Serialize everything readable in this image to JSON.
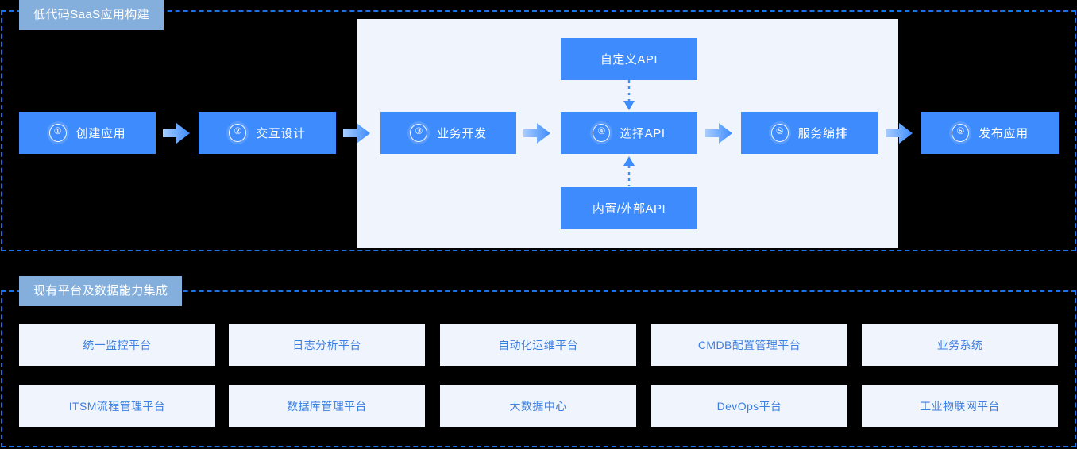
{
  "colors": {
    "canvas_background": "#000000",
    "dashed_border": "#1a73e8",
    "section_chip": "#84aedb",
    "step_box": "#3d8bfd",
    "inner_panel": "#f0f5fd",
    "card_background": "#f0f5fd",
    "card_text": "#3d7fe0",
    "arrow_light": "#9dc6fe",
    "arrow_dark": "#3d8bfd"
  },
  "sections": {
    "build": {
      "title": "低代码SaaS应用构建",
      "steps": [
        {
          "num": "①",
          "label": "创建应用"
        },
        {
          "num": "②",
          "label": "交互设计"
        },
        {
          "num": "③",
          "label": "业务开发"
        },
        {
          "num": "④",
          "label": "选择API"
        },
        {
          "num": "⑤",
          "label": "服务编排"
        },
        {
          "num": "⑥",
          "label": "发布应用"
        }
      ],
      "api_boxes": [
        {
          "label": "自定义API",
          "icon": "arrow-down-dotted-icon"
        },
        {
          "label": "内置/外部API",
          "icon": "arrow-up-dotted-icon"
        }
      ],
      "flow_arrows": [
        "arrow-right-icon",
        "arrow-right-icon",
        "arrow-right-icon",
        "arrow-right-icon",
        "arrow-right-icon"
      ]
    },
    "integration": {
      "title": "现有平台及数据能力集成",
      "cards_row1": [
        "统一监控平台",
        "日志分析平台",
        "自动化运维平台",
        "CMDB配置管理平台",
        "业务系统"
      ],
      "cards_row2": [
        "ITSM流程管理平台",
        "数据库管理平台",
        "大数据中心",
        "DevOps平台",
        "工业物联网平台"
      ]
    }
  }
}
